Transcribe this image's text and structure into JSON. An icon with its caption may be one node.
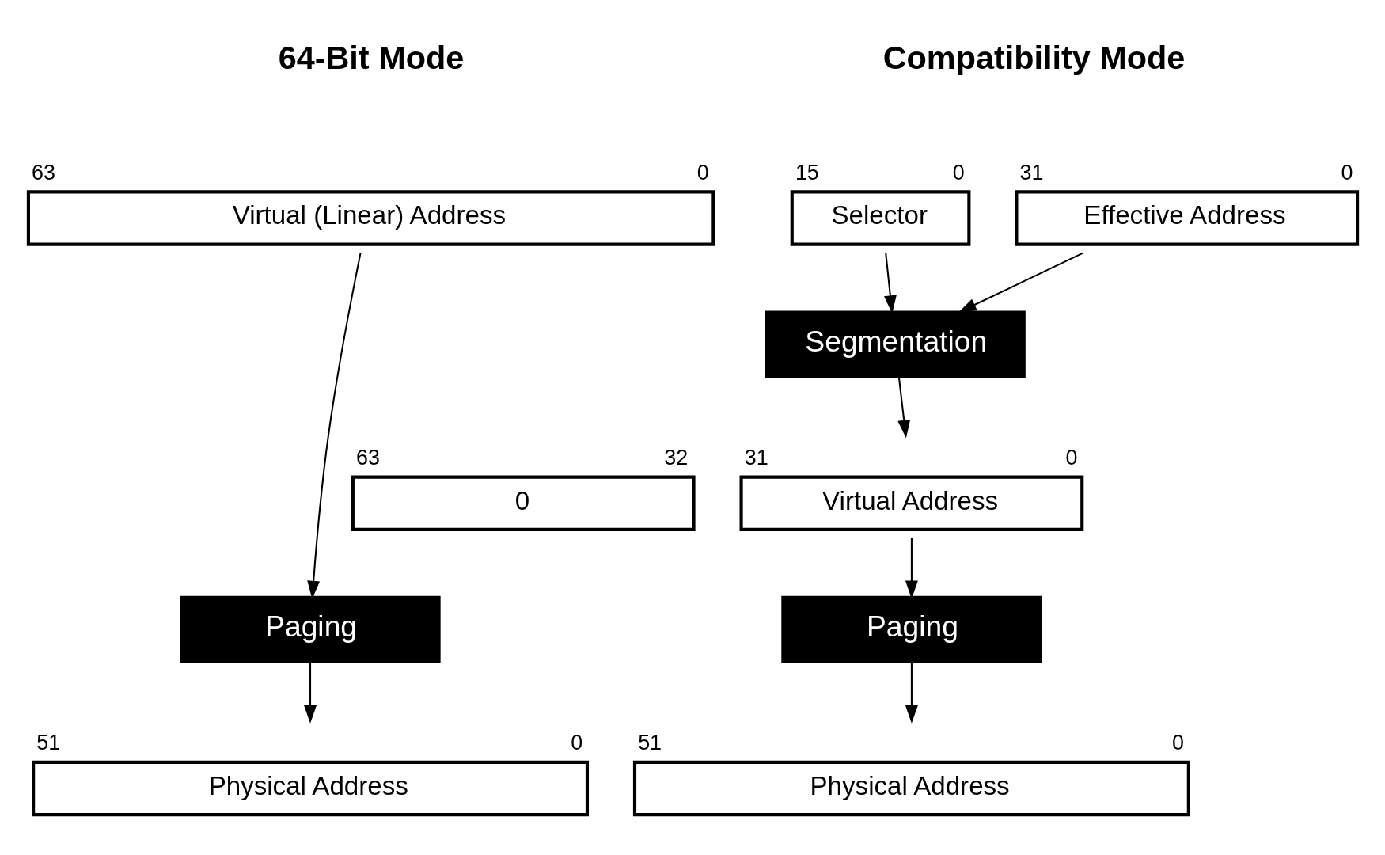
{
  "diagram": {
    "nodes": [
      {
        "text": [
          "Virtual (Linear) Address"
        ],
        "beside": [
          "63",
          "0"
        ]
      },
      {
        "text": [
          "Paging"
        ]
      },
      {
        "text": [
          "Physical Address"
        ],
        "beside": [
          "51",
          "0"
        ]
      },
      {
        "text": [
          "Selector"
        ],
        "beside": [
          "15",
          "0"
        ]
      },
      {
        "text": [
          "Effective Address"
        ],
        "beside": [
          "31",
          "0"
        ]
      },
      {
        "text": [
          "Segmentation"
        ]
      },
      {
        "text": [
          "0"
        ],
        "beside": [
          "63",
          "32"
        ]
      },
      {
        "text": [
          "Virtual Address"
        ],
        "beside": [
          "31",
          "0"
        ]
      },
      {
        "text": [
          "Paging"
        ]
      },
      {
        "text": [
          "Physical Address"
        ],
        "beside": [
          "51",
          "0"
        ]
      }
    ],
    "edges": [
      {
        "from": 0,
        "to": 1,
        "arrow": "to"
      },
      {
        "from": 1,
        "to": 2,
        "arrow": "to"
      },
      {
        "from": 3,
        "to": 5,
        "arrow": "to"
      },
      {
        "from": 4,
        "to": 5,
        "arrow": "to"
      },
      {
        "from": 5,
        "to": 7,
        "arrow": "to"
      },
      {
        "from": 7,
        "to": 8,
        "arrow": "to"
      },
      {
        "from": 8,
        "to": 9,
        "arrow": "to"
      }
    ],
    "labels": [
      "64-Bit Mode",
      "Compatibility Mode"
    ]
  }
}
